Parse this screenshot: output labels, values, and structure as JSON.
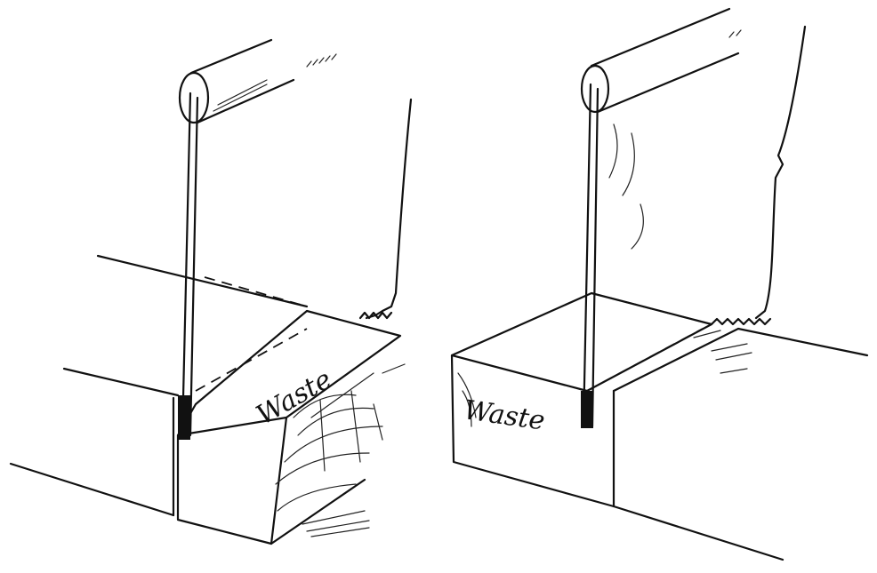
{
  "figure": {
    "left_panel": {
      "label": "Waste",
      "description": "Saw cutting across board, waste piece broken away showing end grain"
    },
    "right_panel": {
      "label": "Waste",
      "description": "Saw kerf in board with waste section on left"
    }
  },
  "colors": {
    "ink": "#111111",
    "paper": "#ffffff"
  }
}
